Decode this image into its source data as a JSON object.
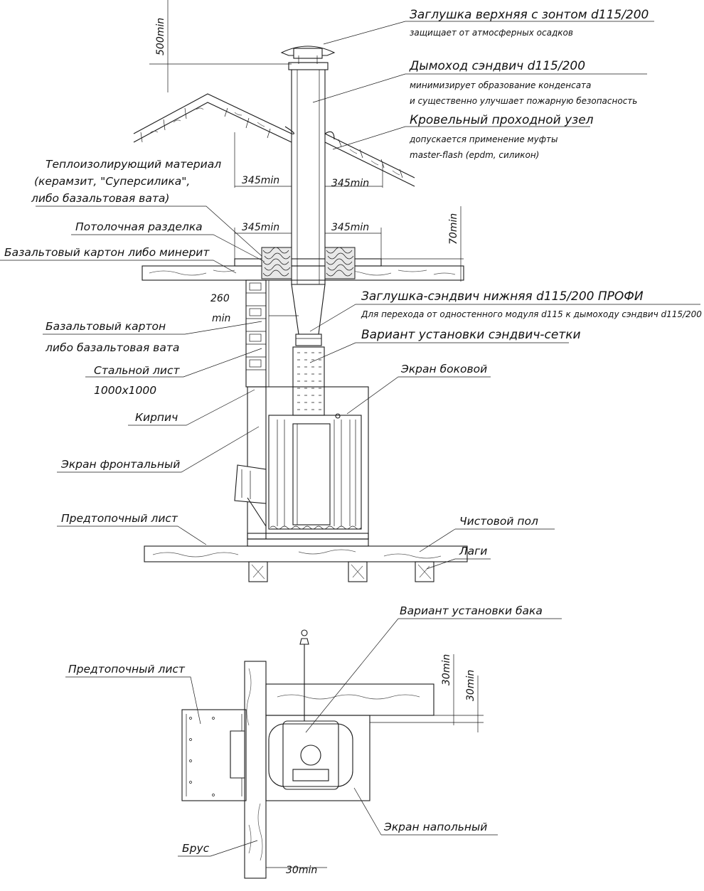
{
  "labels": {
    "top_cap": "Заглушка верхняя с зонтом d115/200",
    "top_cap_note": "защищает от атмосферных осадков",
    "chimney": "Дымоход сэндвич d115/200",
    "chimney_note_1": "минимизирует образование конденсата",
    "chimney_note_2": "и существенно улучшает пожарную безопасность",
    "roof_pass": "Кровельный проходной узел",
    "roof_pass_note_1": "допускается применение муфты",
    "roof_pass_note_2": "master-flash (epdm, силикон)",
    "insulation_1": "Теплоизолирующий материал",
    "insulation_2": "(керамзит, \"Суперсилика\",",
    "insulation_3": "либо базальтовая вата)",
    "ceiling_cut": "Потолочная разделка",
    "basalt_minerite": "Базальтовый картон либо минерит",
    "bottom_cap": "Заглушка-сэндвич нижняя d115/200 ПРОФИ",
    "bottom_cap_note": "Для перехода от одностенного модуля d115 к дымоходу сэндвич d115/200",
    "mesh_option": "Вариант установки сэндвич-сетки",
    "basalt_board_1": "Базальтовый картон",
    "basalt_board_2": "либо базальтовая вата",
    "side_screen": "Экран боковой",
    "steel_sheet_1": "Стальной лист",
    "steel_sheet_2": "1000x1000",
    "brick": "Кирпич",
    "front_screen": "Экран фронтальный",
    "prefire_sheet": "Предтопочный лист",
    "finish_floor": "Чистовой пол",
    "joists": "Лаги",
    "tank_option": "Вариант установки бака",
    "prefire_sheet_2": "Предтопочный лист",
    "floor_screen": "Экран напольный",
    "beam": "Брус"
  },
  "dims": {
    "d500": "500min",
    "d345_roof_l": "345min",
    "d345_roof_r": "345min",
    "d345_ceil_l": "345min",
    "d345_ceil_r": "345min",
    "d70": "70min",
    "d260_a": "260",
    "d260_b": "min",
    "d30_a": "30min",
    "d30_b": "30min",
    "d30_c": "30min"
  }
}
